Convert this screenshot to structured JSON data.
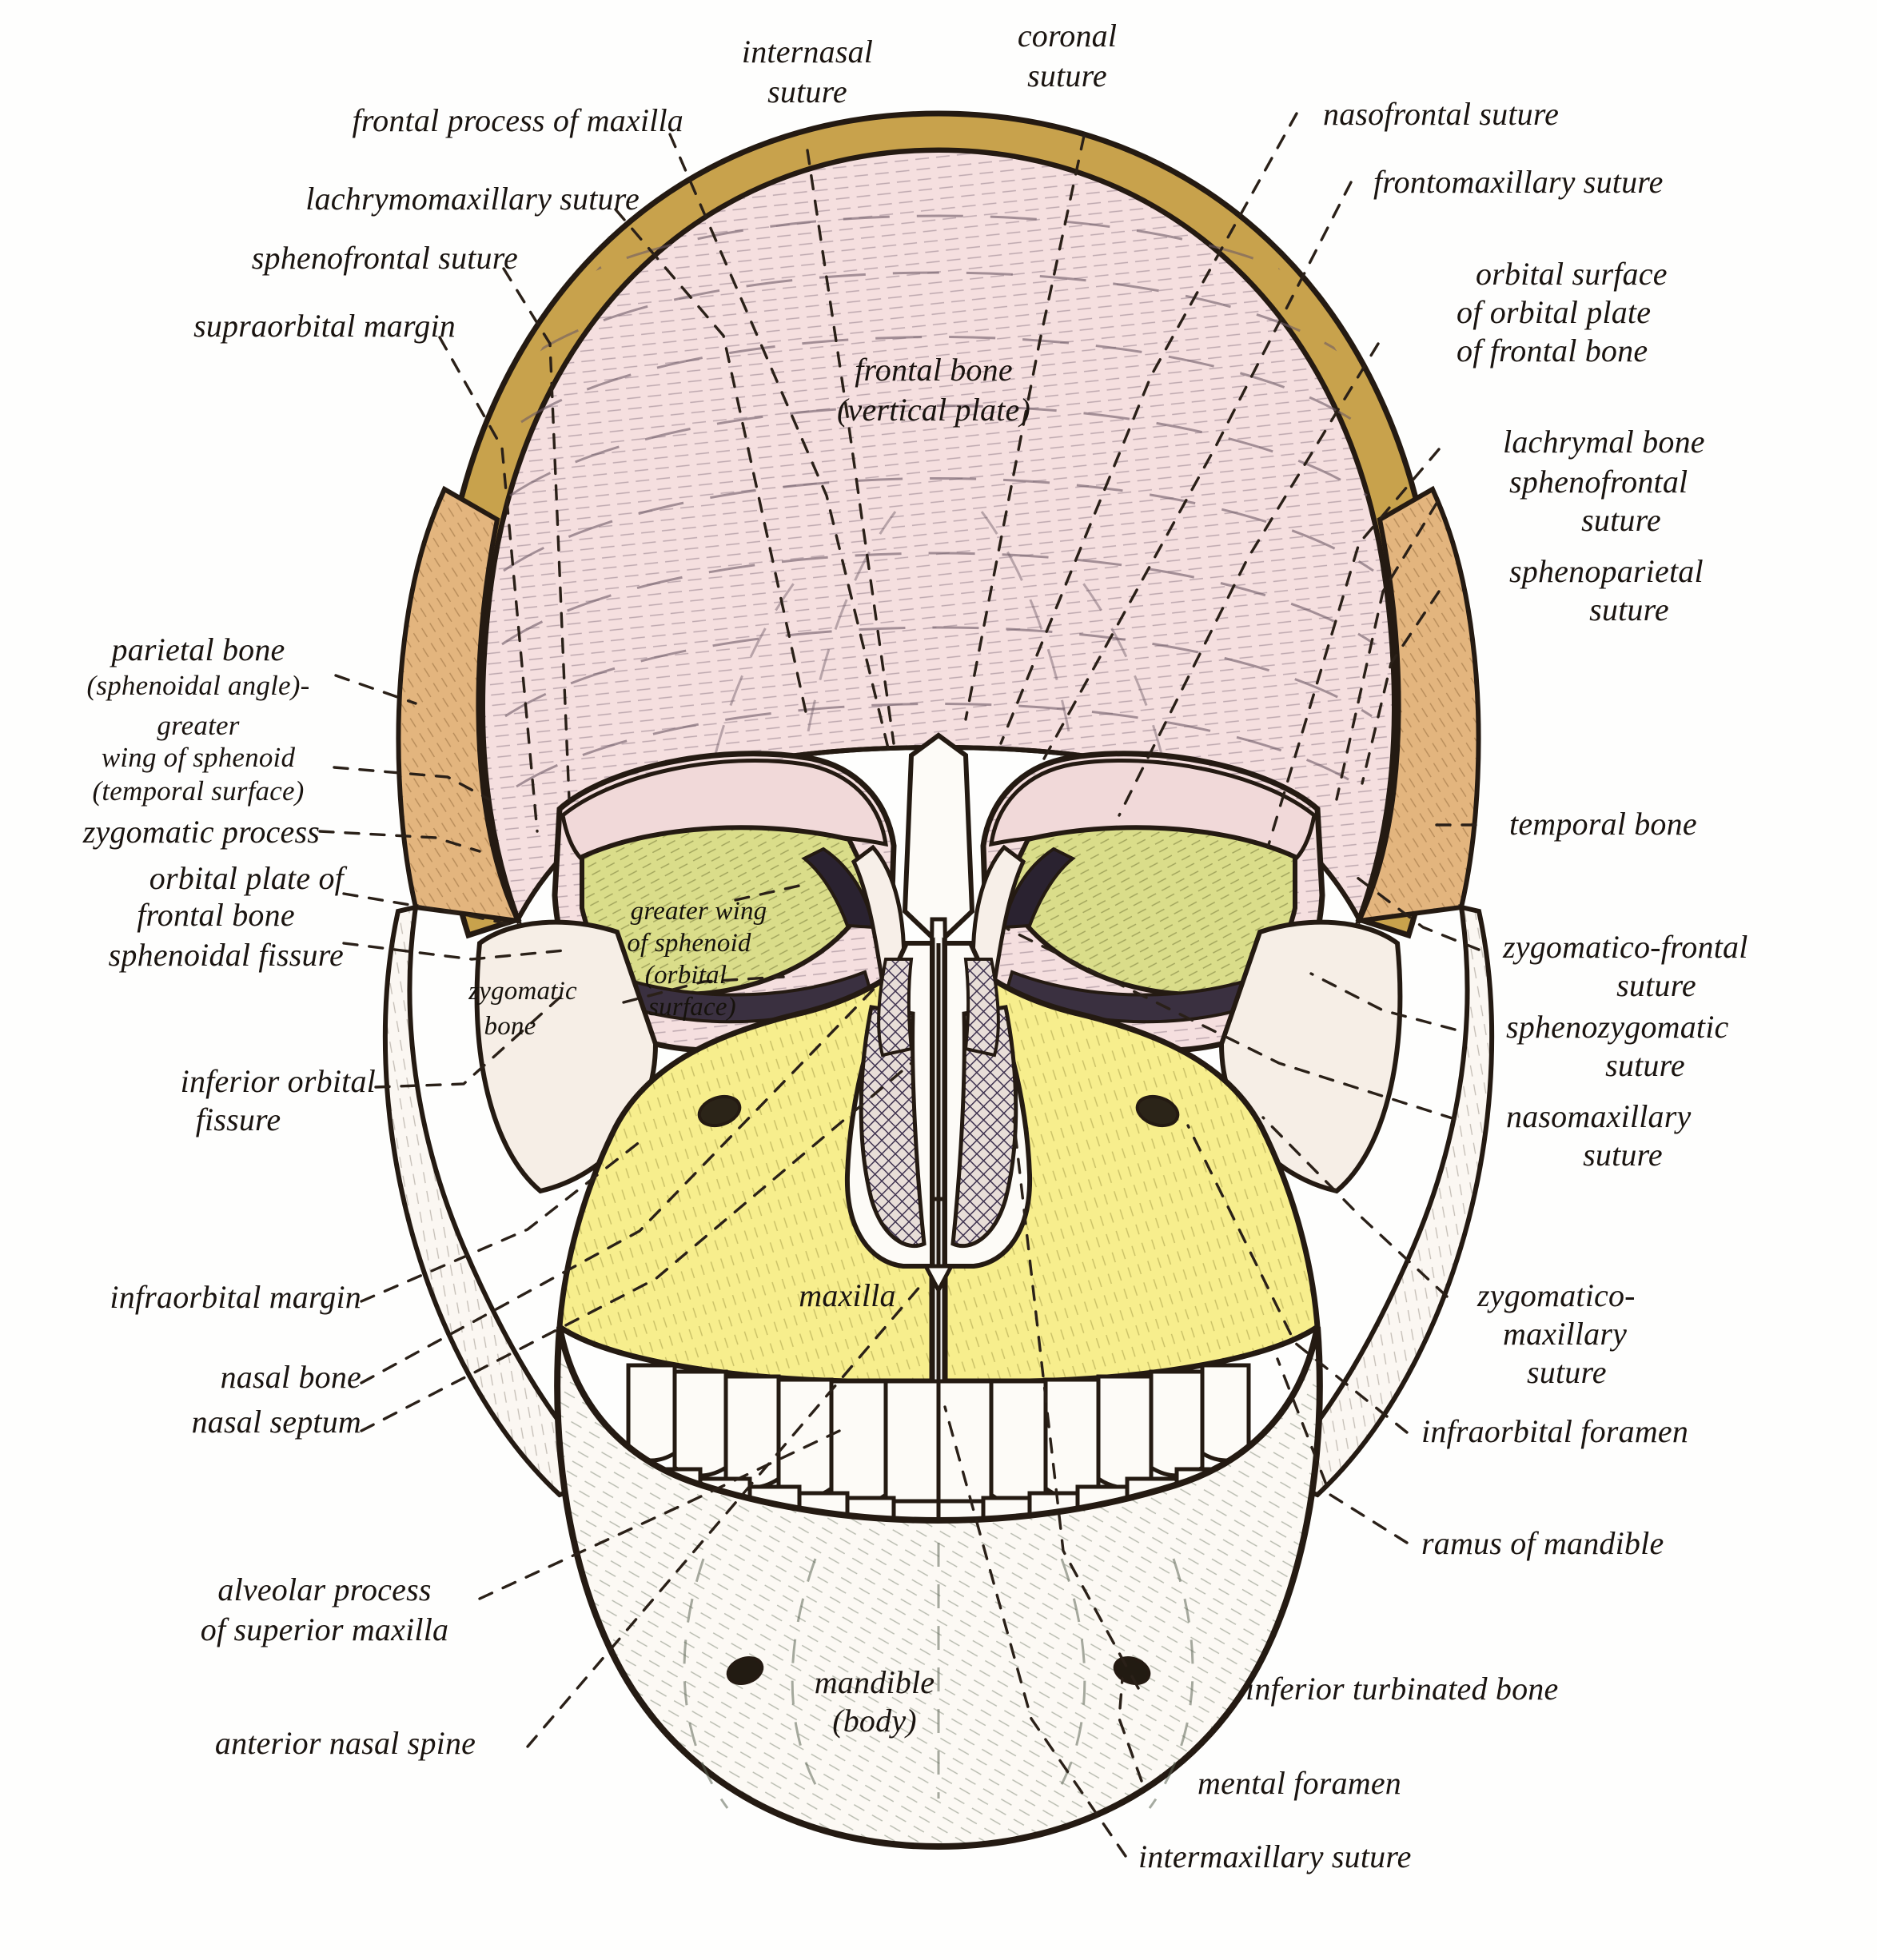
{
  "figure": {
    "type": "anatomical-illustration",
    "subject": "Human skull, anterior (frontal) view",
    "style": "hand-coloured engraved plate with dashed leader lines",
    "palette": {
      "frontal_bone_pink": "#f3dcdc",
      "parietal_tan": "#e2b27a",
      "sphenoid_olive": "#d7d983",
      "maxilla_yellow": "#f6ec8a",
      "temporal_cream": "#faf5f0",
      "outline_dark": "#241a12",
      "vault_edge_ochre": "#c9a24a",
      "turbinate_hatch": "#4a3c55",
      "background": "#ffffff",
      "label_ink": "#1a1410"
    }
  },
  "labels": {
    "left": [
      {
        "id": "frontal-process-of-maxilla",
        "text": "frontal process of maxilla"
      },
      {
        "id": "lachrymomaxillary-suture",
        "text": "lachrymomaxillary suture"
      },
      {
        "id": "sphenofrontal-suture-left",
        "text": "sphenofrontal suture"
      },
      {
        "id": "supraorbital-margin",
        "text": "supraorbital margin"
      },
      {
        "id": "parietal-bone",
        "text": "parietal bone"
      },
      {
        "id": "parietal-bone-sub",
        "text": "(sphenoidal angle)-"
      },
      {
        "id": "greater-wing-of-sphenoid-1",
        "text": "greater"
      },
      {
        "id": "greater-wing-of-sphenoid-2",
        "text": "wing of sphenoid"
      },
      {
        "id": "greater-wing-of-sphenoid-3",
        "text": "(temporal surface)"
      },
      {
        "id": "zygomatic-process",
        "text": "zygomatic process"
      },
      {
        "id": "orbital-plate-of-frontal-bone-1",
        "text": "orbital plate of"
      },
      {
        "id": "orbital-plate-of-frontal-bone-2",
        "text": "frontal bone"
      },
      {
        "id": "sphenoidal-fissure",
        "text": "sphenoidal fissure"
      },
      {
        "id": "inferior-orbital-fissure-1",
        "text": "inferior orbital"
      },
      {
        "id": "inferior-orbital-fissure-2",
        "text": "fissure"
      },
      {
        "id": "infraorbital-margin",
        "text": "infraorbital margin"
      },
      {
        "id": "nasal-bone",
        "text": "nasal bone"
      },
      {
        "id": "nasal-septum",
        "text": "nasal septum"
      },
      {
        "id": "alveolar-process-1",
        "text": "alveolar process"
      },
      {
        "id": "alveolar-process-2",
        "text": "of superior maxilla"
      },
      {
        "id": "anterior-nasal-spine",
        "text": "anterior nasal spine"
      }
    ],
    "top": [
      {
        "id": "internasal-suture-1",
        "text": "internasal"
      },
      {
        "id": "internasal-suture-2",
        "text": "suture"
      },
      {
        "id": "coronal-suture-1",
        "text": "coronal"
      },
      {
        "id": "coronal-suture-2",
        "text": "suture"
      }
    ],
    "right": [
      {
        "id": "nasofrontal-suture",
        "text": "nasofrontal suture"
      },
      {
        "id": "frontomaxillary-suture",
        "text": "frontomaxillary suture"
      },
      {
        "id": "orbital-surface-1",
        "text": "orbital surface"
      },
      {
        "id": "orbital-surface-2",
        "text": "of orbital plate"
      },
      {
        "id": "orbital-surface-3",
        "text": "of frontal bone"
      },
      {
        "id": "lachrymal-bone",
        "text": "lachrymal bone"
      },
      {
        "id": "sphenofrontal-suture-right-1",
        "text": "sphenofrontal"
      },
      {
        "id": "sphenofrontal-suture-right-2",
        "text": "suture"
      },
      {
        "id": "sphenoparietal-suture-1",
        "text": "sphenoparietal"
      },
      {
        "id": "sphenoparietal-suture-2",
        "text": "suture"
      },
      {
        "id": "temporal-bone",
        "text": "temporal bone"
      },
      {
        "id": "zygomatico-frontal-suture-1",
        "text": "zygomatico-frontal"
      },
      {
        "id": "zygomatico-frontal-suture-2",
        "text": "suture"
      },
      {
        "id": "sphenozygomatic-suture-1",
        "text": "sphenozygomatic"
      },
      {
        "id": "sphenozygomatic-suture-2",
        "text": "suture"
      },
      {
        "id": "nasomaxillary-suture-1",
        "text": "nasomaxillary"
      },
      {
        "id": "nasomaxillary-suture-2",
        "text": "suture"
      },
      {
        "id": "zygomatico-maxillary-suture-1",
        "text": "zygomatico-"
      },
      {
        "id": "zygomatico-maxillary-suture-2",
        "text": "maxillary"
      },
      {
        "id": "zygomatico-maxillary-suture-3",
        "text": "suture"
      },
      {
        "id": "infraorbital-foramen",
        "text": "infraorbital foramen"
      },
      {
        "id": "ramus-of-mandible",
        "text": "ramus of mandible"
      },
      {
        "id": "inferior-turbinated-bone",
        "text": "inferior turbinated bone"
      },
      {
        "id": "mental-foramen",
        "text": "mental foramen"
      },
      {
        "id": "intermaxillary-suture",
        "text": "intermaxillary suture"
      }
    ],
    "inner": [
      {
        "id": "frontal-bone-1",
        "text": "frontal bone"
      },
      {
        "id": "frontal-bone-2",
        "text": "(vertical plate)"
      },
      {
        "id": "greater-wing-orbital-1",
        "text": "greater wing"
      },
      {
        "id": "greater-wing-orbital-2",
        "text": "of sphenoid"
      },
      {
        "id": "greater-wing-orbital-3",
        "text": "(orbital"
      },
      {
        "id": "greater-wing-orbital-4",
        "text": "surface)"
      },
      {
        "id": "zygomatic-bone-1",
        "text": "zygomatic"
      },
      {
        "id": "zygomatic-bone-2",
        "text": "bone"
      },
      {
        "id": "maxilla",
        "text": "maxilla"
      },
      {
        "id": "mandible-1",
        "text": "mandible"
      },
      {
        "id": "mandible-2",
        "text": "(body)"
      }
    ]
  }
}
